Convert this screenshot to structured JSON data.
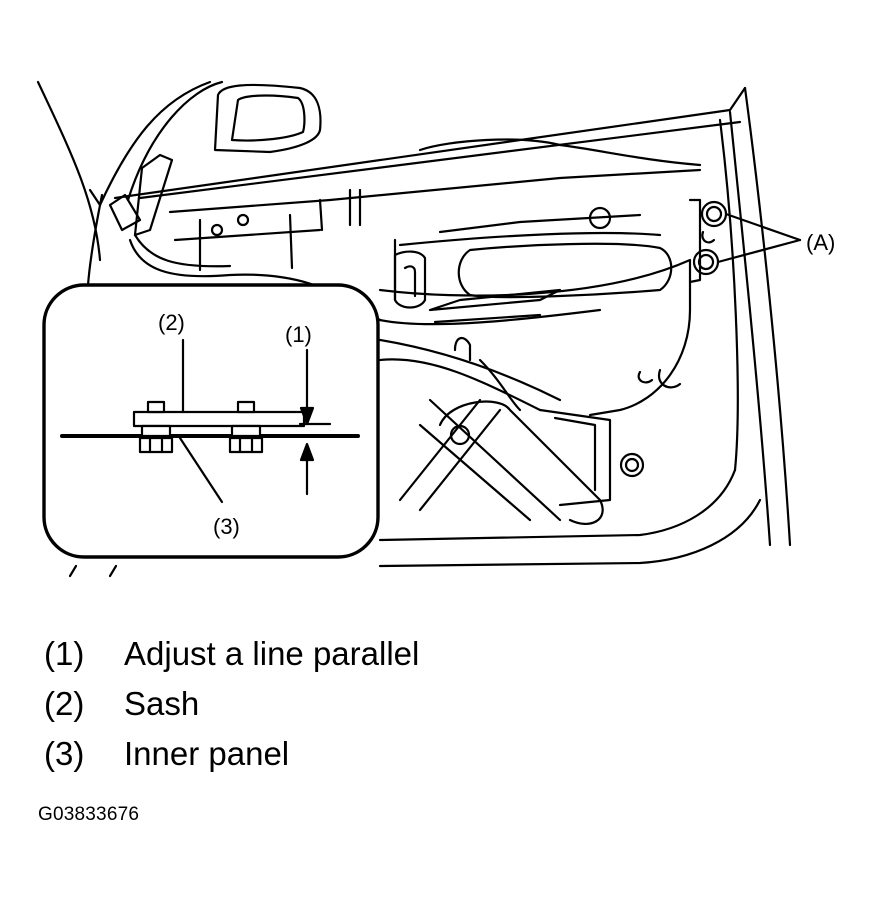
{
  "diagram": {
    "callouts": {
      "a": "(A)",
      "one": "(1)",
      "two": "(2)",
      "three": "(3)"
    }
  },
  "legend": [
    {
      "num": "(1)",
      "text": "Adjust a line parallel"
    },
    {
      "num": "(2)",
      "text": "Sash"
    },
    {
      "num": "(3)",
      "text": "Inner panel"
    }
  ],
  "figure_code": "G03833676",
  "colors": {
    "line": "#000000",
    "background": "#ffffff"
  }
}
